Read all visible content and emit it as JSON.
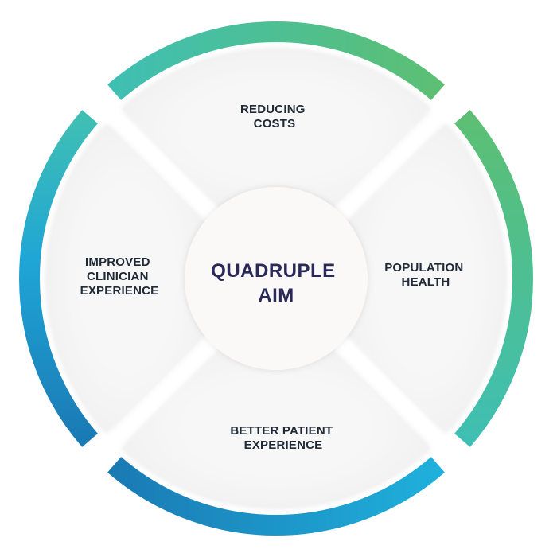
{
  "diagram": {
    "center": {
      "line1": "QUADRUPLE",
      "line2": "AIM"
    },
    "quadrants": {
      "top": {
        "line1": "REDUCING",
        "line2": "COSTS"
      },
      "right": {
        "line1": "POPULATION",
        "line2": "HEALTH"
      },
      "bottom": {
        "line1": "BETTER PATIENT",
        "line2": "EXPERIENCE"
      },
      "left": {
        "line1": "IMPROVED",
        "line2": "CLINICIAN",
        "line3": "EXPERIENCE"
      }
    },
    "colors": {
      "green": "#5cbf73",
      "teal": "#3fbfb3",
      "blue": "#1fa5d6",
      "navy": "#1a7ab4",
      "quadrant_fill": "#f5f5f5",
      "center_fill": "#fbf8f8",
      "label_text": "#1f2a36",
      "center_text": "#2a2a5a"
    }
  }
}
